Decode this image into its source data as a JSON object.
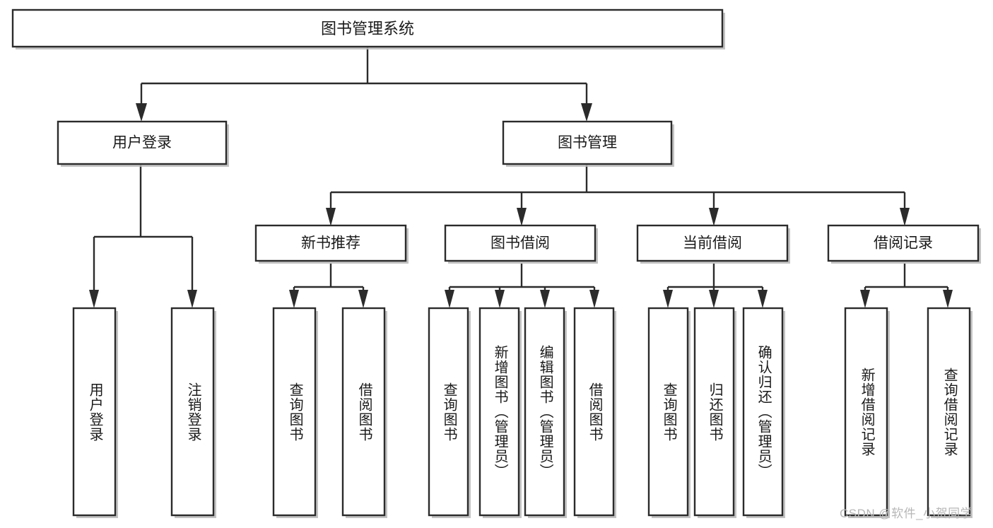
{
  "diagram": {
    "title": "图书管理系统",
    "type": "tree",
    "orientation": "top-down",
    "colors": {
      "box_fill": "#ffffff",
      "box_stroke": "#2b2b2b",
      "connector": "#2b2b2b",
      "text": "#1a1a1a",
      "watermark": "#b7b7b7",
      "background": "#ffffff"
    },
    "root": {
      "label": "图书管理系统"
    },
    "level2": [
      {
        "label": "用户登录"
      },
      {
        "label": "图书管理"
      }
    ],
    "level3": [
      {
        "label": "新书推荐"
      },
      {
        "label": "图书借阅"
      },
      {
        "label": "当前借阅"
      },
      {
        "label": "借阅记录"
      }
    ],
    "leaves": {
      "user_login": [
        {
          "label": "用户登录"
        },
        {
          "label": "注销登录"
        }
      ],
      "new_book_recommend": [
        {
          "label": "查询图书"
        },
        {
          "label": "借阅图书"
        }
      ],
      "book_borrow": [
        {
          "label": "查询图书"
        },
        {
          "label": "新增图书（管理员）"
        },
        {
          "label": "编辑图书（管理员）"
        },
        {
          "label": "借阅图书"
        }
      ],
      "current_borrow": [
        {
          "label": "查询图书"
        },
        {
          "label": "归还图书"
        },
        {
          "label": "确认归还（管理员）"
        }
      ],
      "borrow_record": [
        {
          "label": "新增借阅记录"
        },
        {
          "label": "查询借阅记录"
        }
      ]
    }
  },
  "watermark": {
    "text": "CSDN @软件_小贺同学"
  }
}
